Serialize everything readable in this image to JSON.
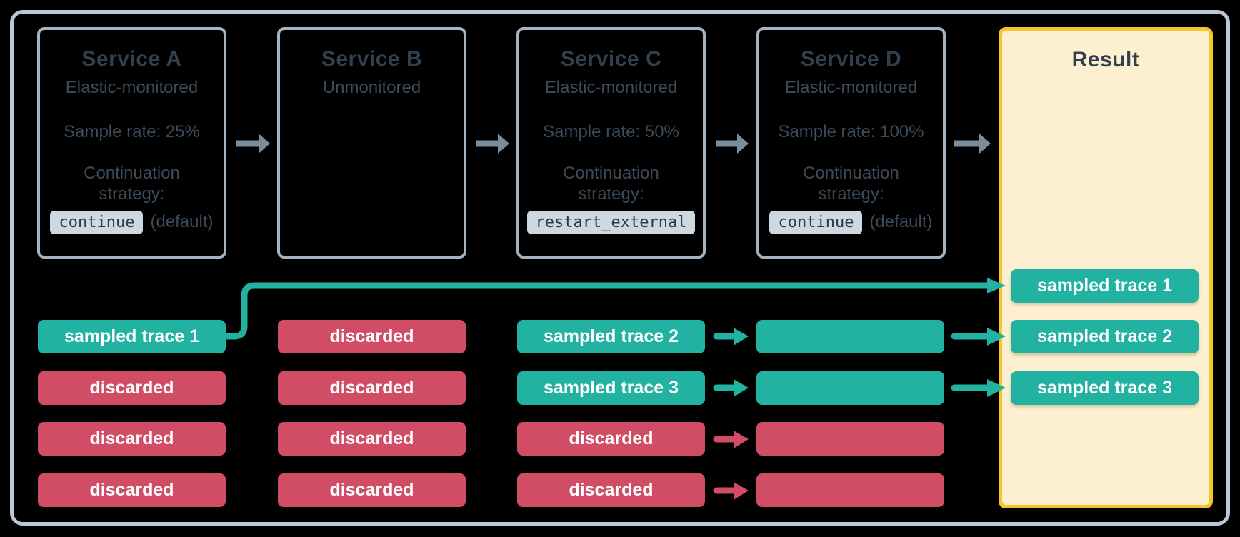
{
  "colors": {
    "bg": "#000000",
    "teal": "#21b2a1",
    "red": "#d14d66",
    "navy": "#32404e",
    "body": "#3d4b59",
    "frame-border": "#bcc8d3",
    "box-border": "#a4b3c1",
    "code-bg": "#ced8e1",
    "code-text": "#2e3a46",
    "gray-arrow": "#7b8c9b",
    "result-bg": "#fdf0d0",
    "result-border": "#f6c52e",
    "pill-text": "#ffffff"
  },
  "services": [
    {
      "title": "Service A",
      "monitoring": "Elastic-monitored",
      "sample_rate": "Sample rate: 25%",
      "continuation_line1": "Continuation",
      "continuation_line2": "strategy:",
      "strategy_code": "continue",
      "strategy_note": "(default)"
    },
    {
      "title": "Service B",
      "monitoring": "Unmonitored"
    },
    {
      "title": "Service C",
      "monitoring": "Elastic-monitored",
      "sample_rate": "Sample rate: 50%",
      "continuation_line1": "Continuation",
      "continuation_line2": "strategy:",
      "strategy_code": "restart_external",
      "strategy_note": ""
    },
    {
      "title": "Service D",
      "monitoring": "Elastic-monitored",
      "sample_rate": "Sample rate: 100%",
      "continuation_line1": "Continuation",
      "continuation_line2": "strategy:",
      "strategy_code": "continue",
      "strategy_note": "(default)"
    }
  ],
  "result": {
    "title": "Result"
  },
  "traces": {
    "service_a": [
      {
        "label": "sampled trace 1",
        "status": "sampled"
      },
      {
        "label": "discarded",
        "status": "discarded"
      },
      {
        "label": "discarded",
        "status": "discarded"
      },
      {
        "label": "discarded",
        "status": "discarded"
      }
    ],
    "service_b": [
      {
        "label": "discarded",
        "status": "discarded"
      },
      {
        "label": "discarded",
        "status": "discarded"
      },
      {
        "label": "discarded",
        "status": "discarded"
      },
      {
        "label": "discarded",
        "status": "discarded"
      }
    ],
    "service_c": [
      {
        "label": "sampled trace 2",
        "status": "sampled"
      },
      {
        "label": "sampled trace 3",
        "status": "sampled"
      },
      {
        "label": "discarded",
        "status": "discarded"
      },
      {
        "label": "discarded",
        "status": "discarded"
      }
    ],
    "service_d": [
      {
        "label": "",
        "status": "sampled"
      },
      {
        "label": "",
        "status": "sampled"
      },
      {
        "label": "",
        "status": "discarded"
      },
      {
        "label": "",
        "status": "discarded"
      }
    ],
    "result": [
      {
        "label": "sampled trace 1",
        "status": "sampled"
      },
      {
        "label": "sampled trace 2",
        "status": "sampled"
      },
      {
        "label": "sampled trace 3",
        "status": "sampled"
      }
    ]
  }
}
